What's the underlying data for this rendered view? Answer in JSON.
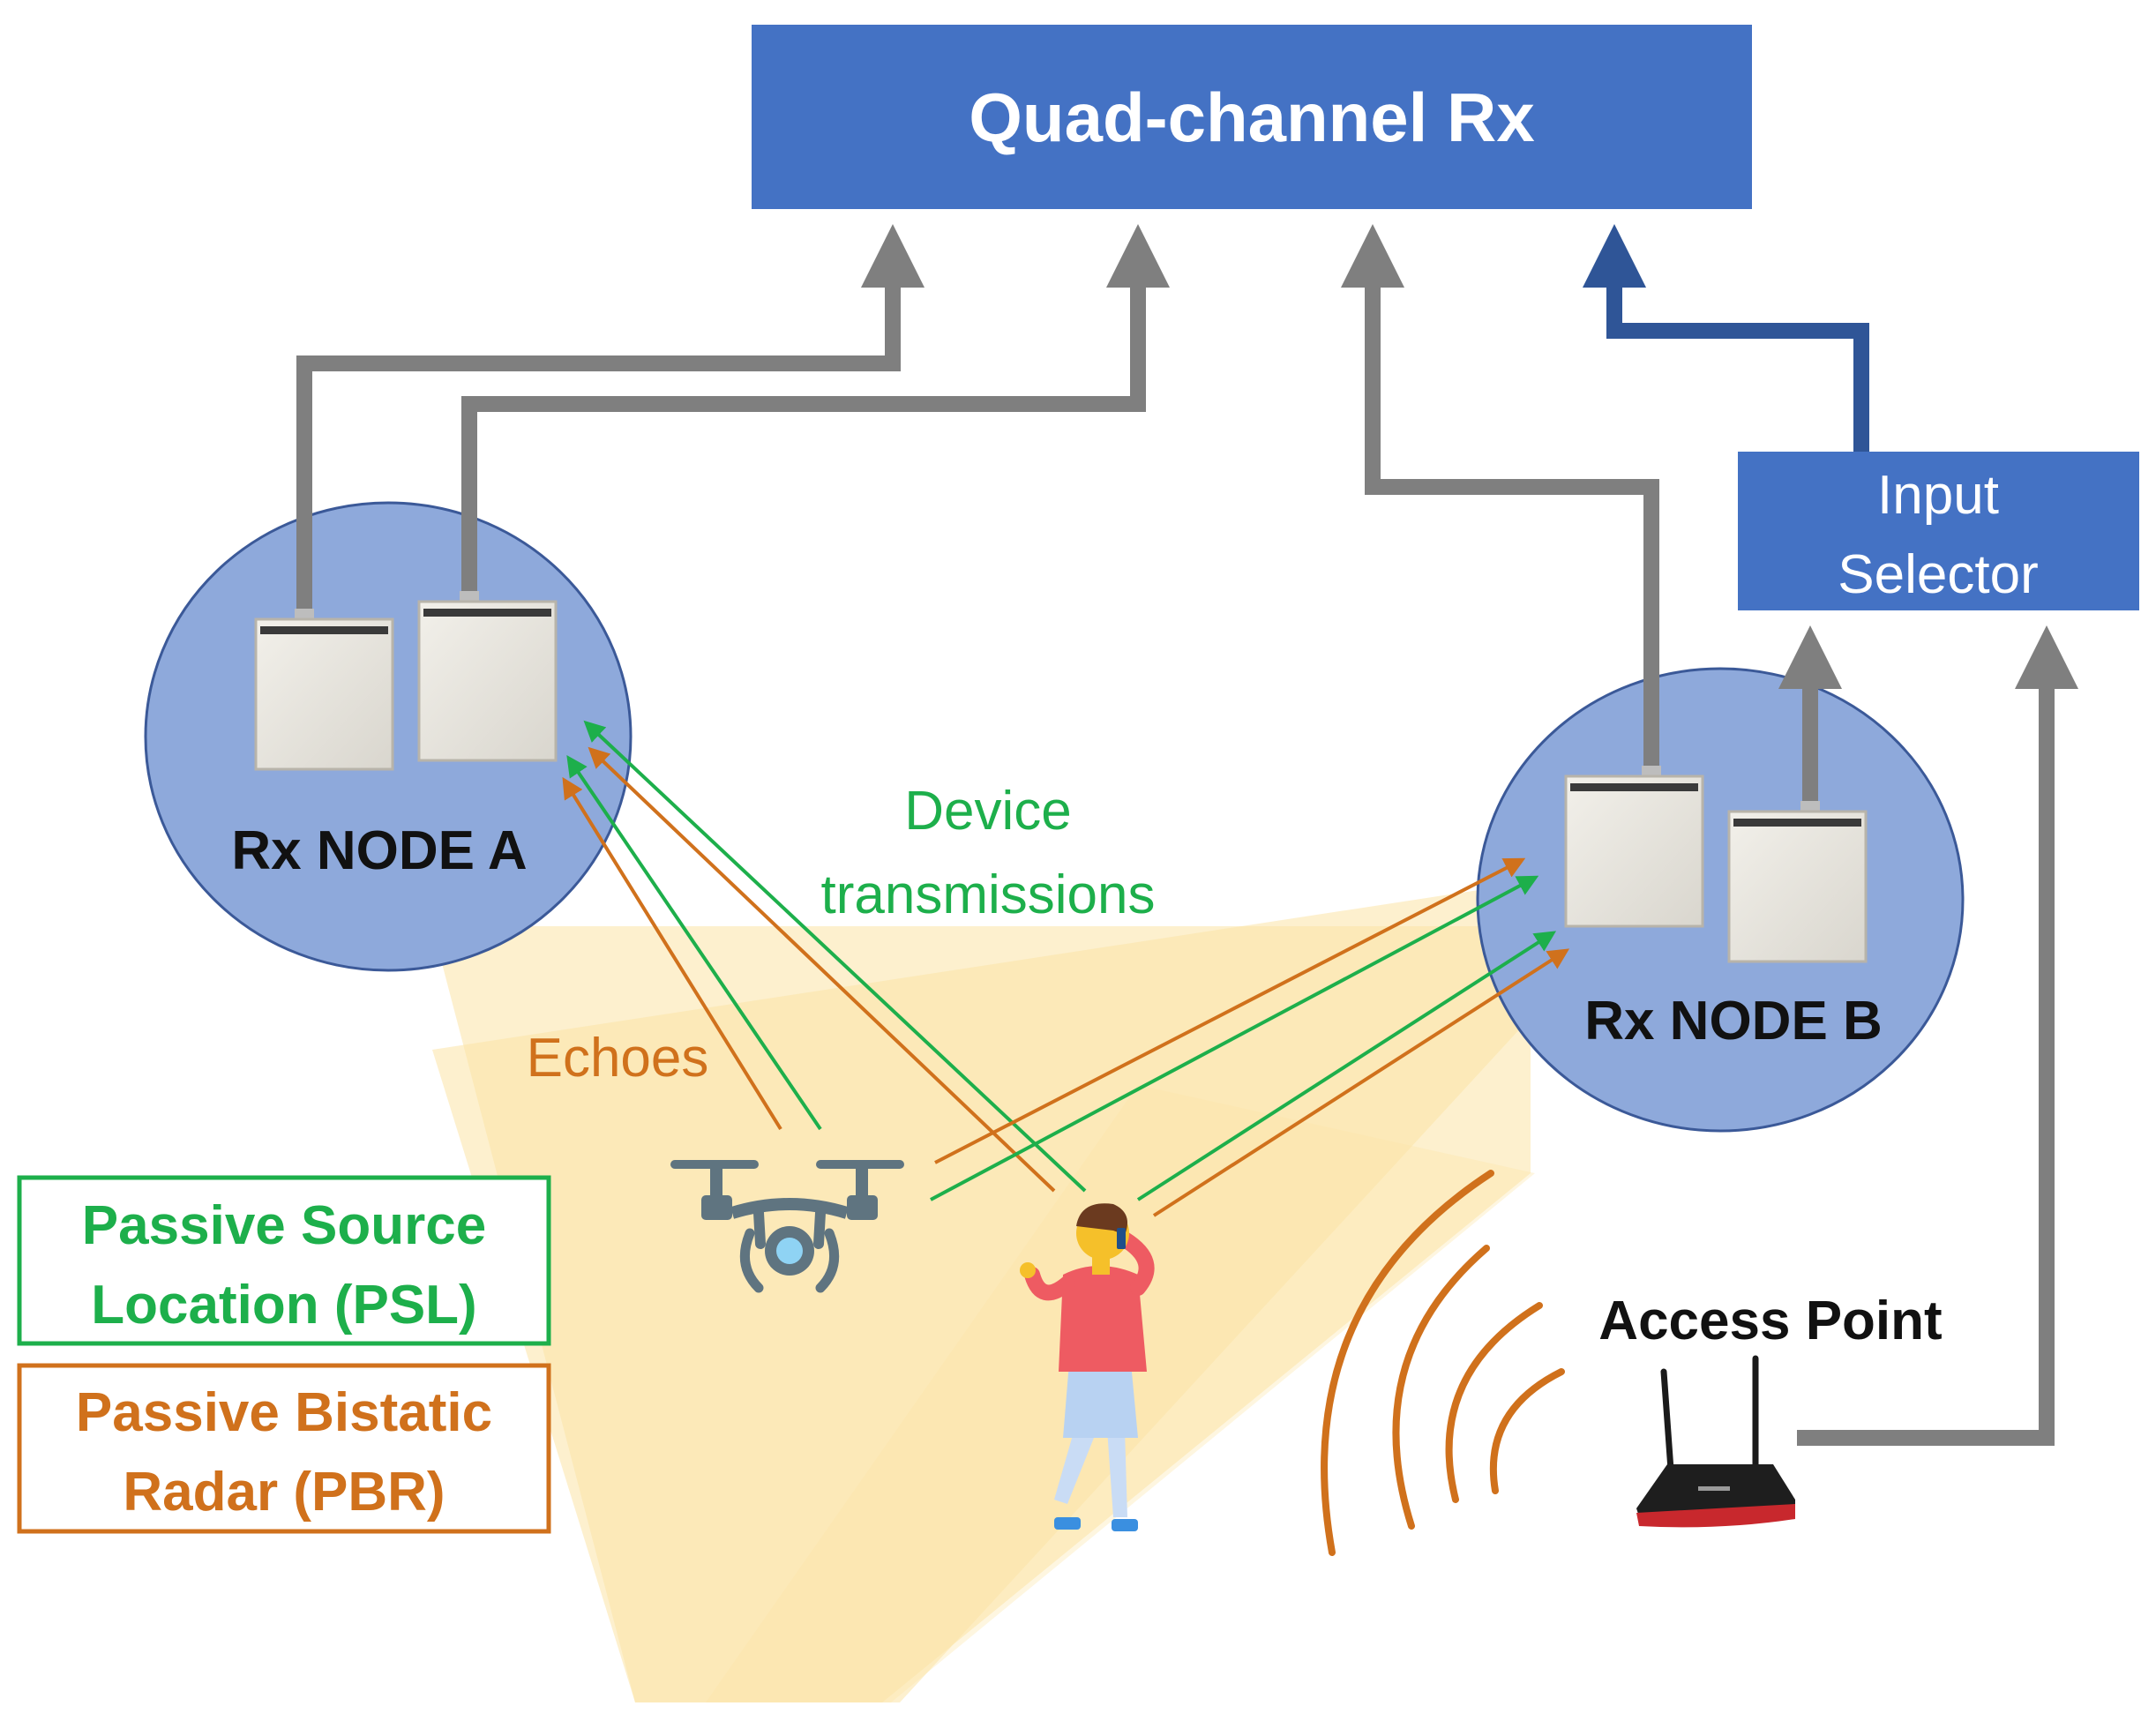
{
  "title": "Quad-channel Rx",
  "input_selector": {
    "line1": "Input",
    "line2": "Selector"
  },
  "node_a": {
    "label": "Rx NODE A"
  },
  "node_b": {
    "label": "Rx NODE B"
  },
  "access_point": {
    "label": "Access Point"
  },
  "device_transmissions": {
    "line1": "Device",
    "line2": "transmissions"
  },
  "echoes": {
    "label": "Echoes"
  },
  "legend": {
    "psl": {
      "line1": "Passive Source",
      "line2": "Location (PSL)"
    },
    "pbr": {
      "line1": "Passive Bistatic",
      "line2": "Radar (PBR)"
    }
  },
  "colors": {
    "box_blue": "#4472C4",
    "node_fill": "#8EA9DB",
    "node_stroke": "#3B5998",
    "gray_link": "#7F7F7F",
    "blue_link": "#2F5597",
    "psl_green": "#1DAF4B",
    "pbr_orange": "#D0711C",
    "beam_yellow": "#FCE4A6"
  },
  "icons": [
    "antenna-panel-icon",
    "drone-icon",
    "person-phone-icon",
    "router-icon",
    "signal-waves-icon"
  ]
}
